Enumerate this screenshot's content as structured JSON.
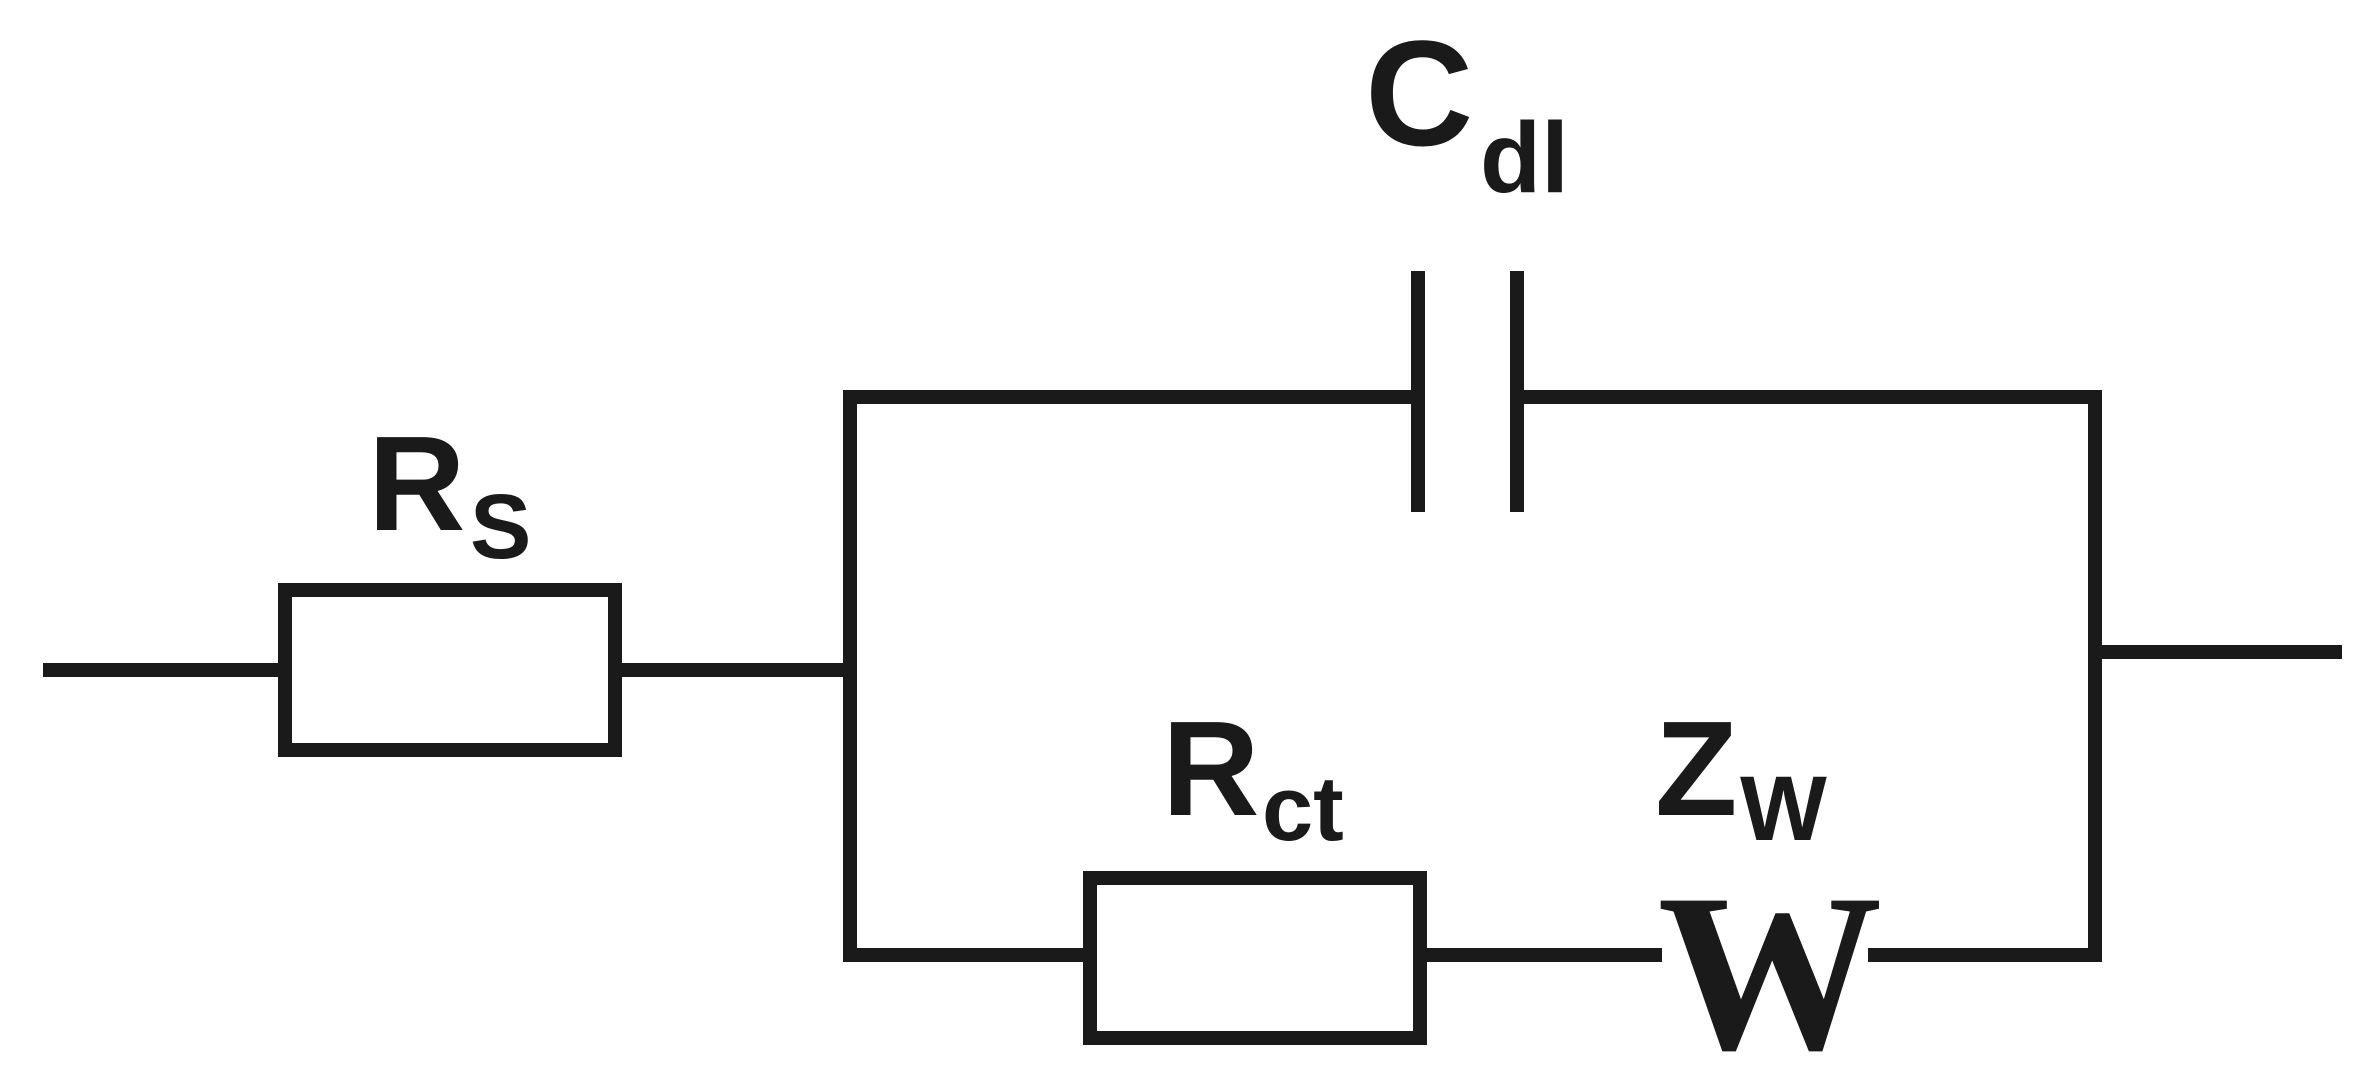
{
  "labels": {
    "rs": {
      "main": "R",
      "sub": "S"
    },
    "cdl": {
      "main": "C",
      "sub": "dl"
    },
    "rct": {
      "main": "R",
      "sub": "ct"
    },
    "zw": {
      "main": "Z",
      "sub": "W"
    }
  },
  "warburg_symbol": "W"
}
